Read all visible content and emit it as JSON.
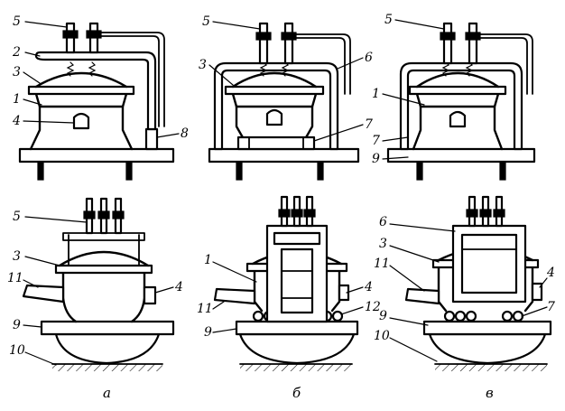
{
  "figure": {
    "panel_captions": [
      "а",
      "б",
      "в"
    ],
    "top_labels": {
      "a": [
        "5",
        "2",
        "3",
        "1",
        "4",
        "8"
      ],
      "b": [
        "5",
        "3",
        "6",
        "7"
      ],
      "v": [
        "5",
        "1",
        "7",
        "9"
      ]
    },
    "bottom_labels": {
      "a": [
        "5",
        "3",
        "11",
        "4",
        "9",
        "10"
      ],
      "b": [
        "1",
        "4",
        "11",
        "12",
        "9"
      ],
      "v": [
        "6",
        "3",
        "11",
        "4",
        "9",
        "7",
        "10"
      ]
    }
  }
}
